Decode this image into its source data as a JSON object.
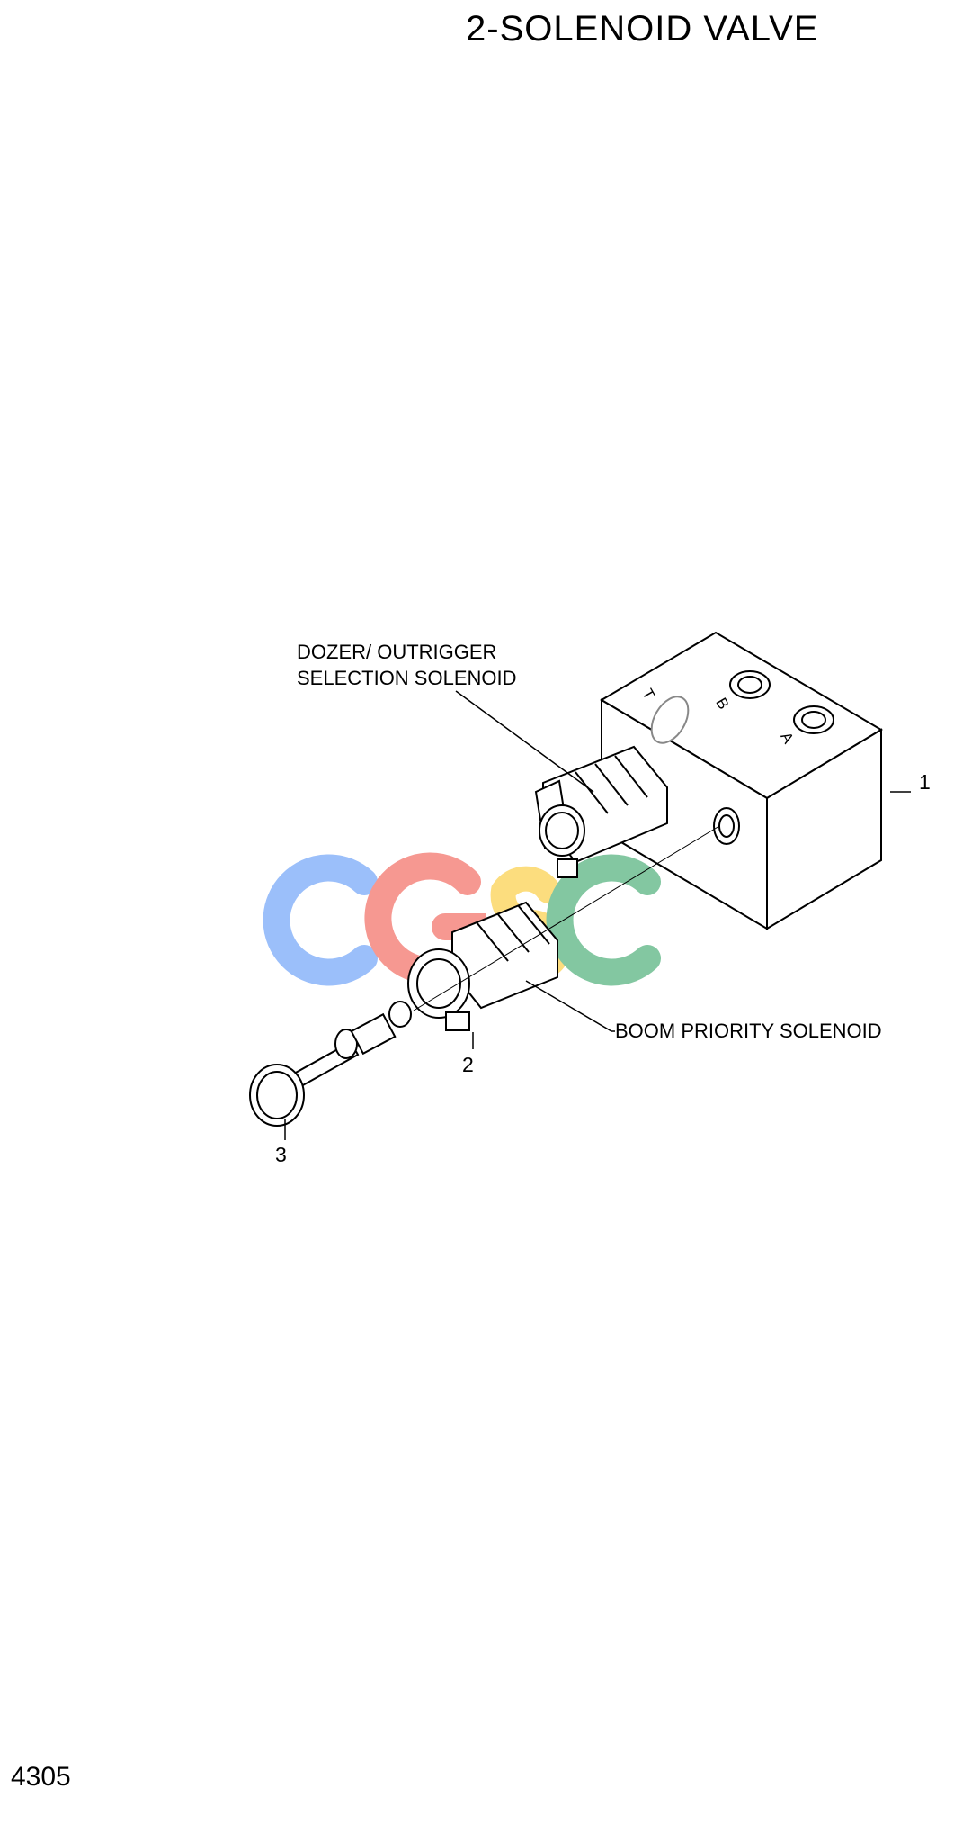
{
  "title": "2-SOLENOID VALVE",
  "labels": {
    "dozer_line1": "DOZER/ OUTRIGGER",
    "dozer_line2": "SELECTION SOLENOID",
    "boom": "BOOM PRIORITY SOLENOID"
  },
  "callouts": {
    "one": "1",
    "two": "2",
    "three": "3"
  },
  "ports": {
    "t": "T",
    "b": "B",
    "a": "A"
  },
  "watermark": "CGSC",
  "page_number": "4305"
}
